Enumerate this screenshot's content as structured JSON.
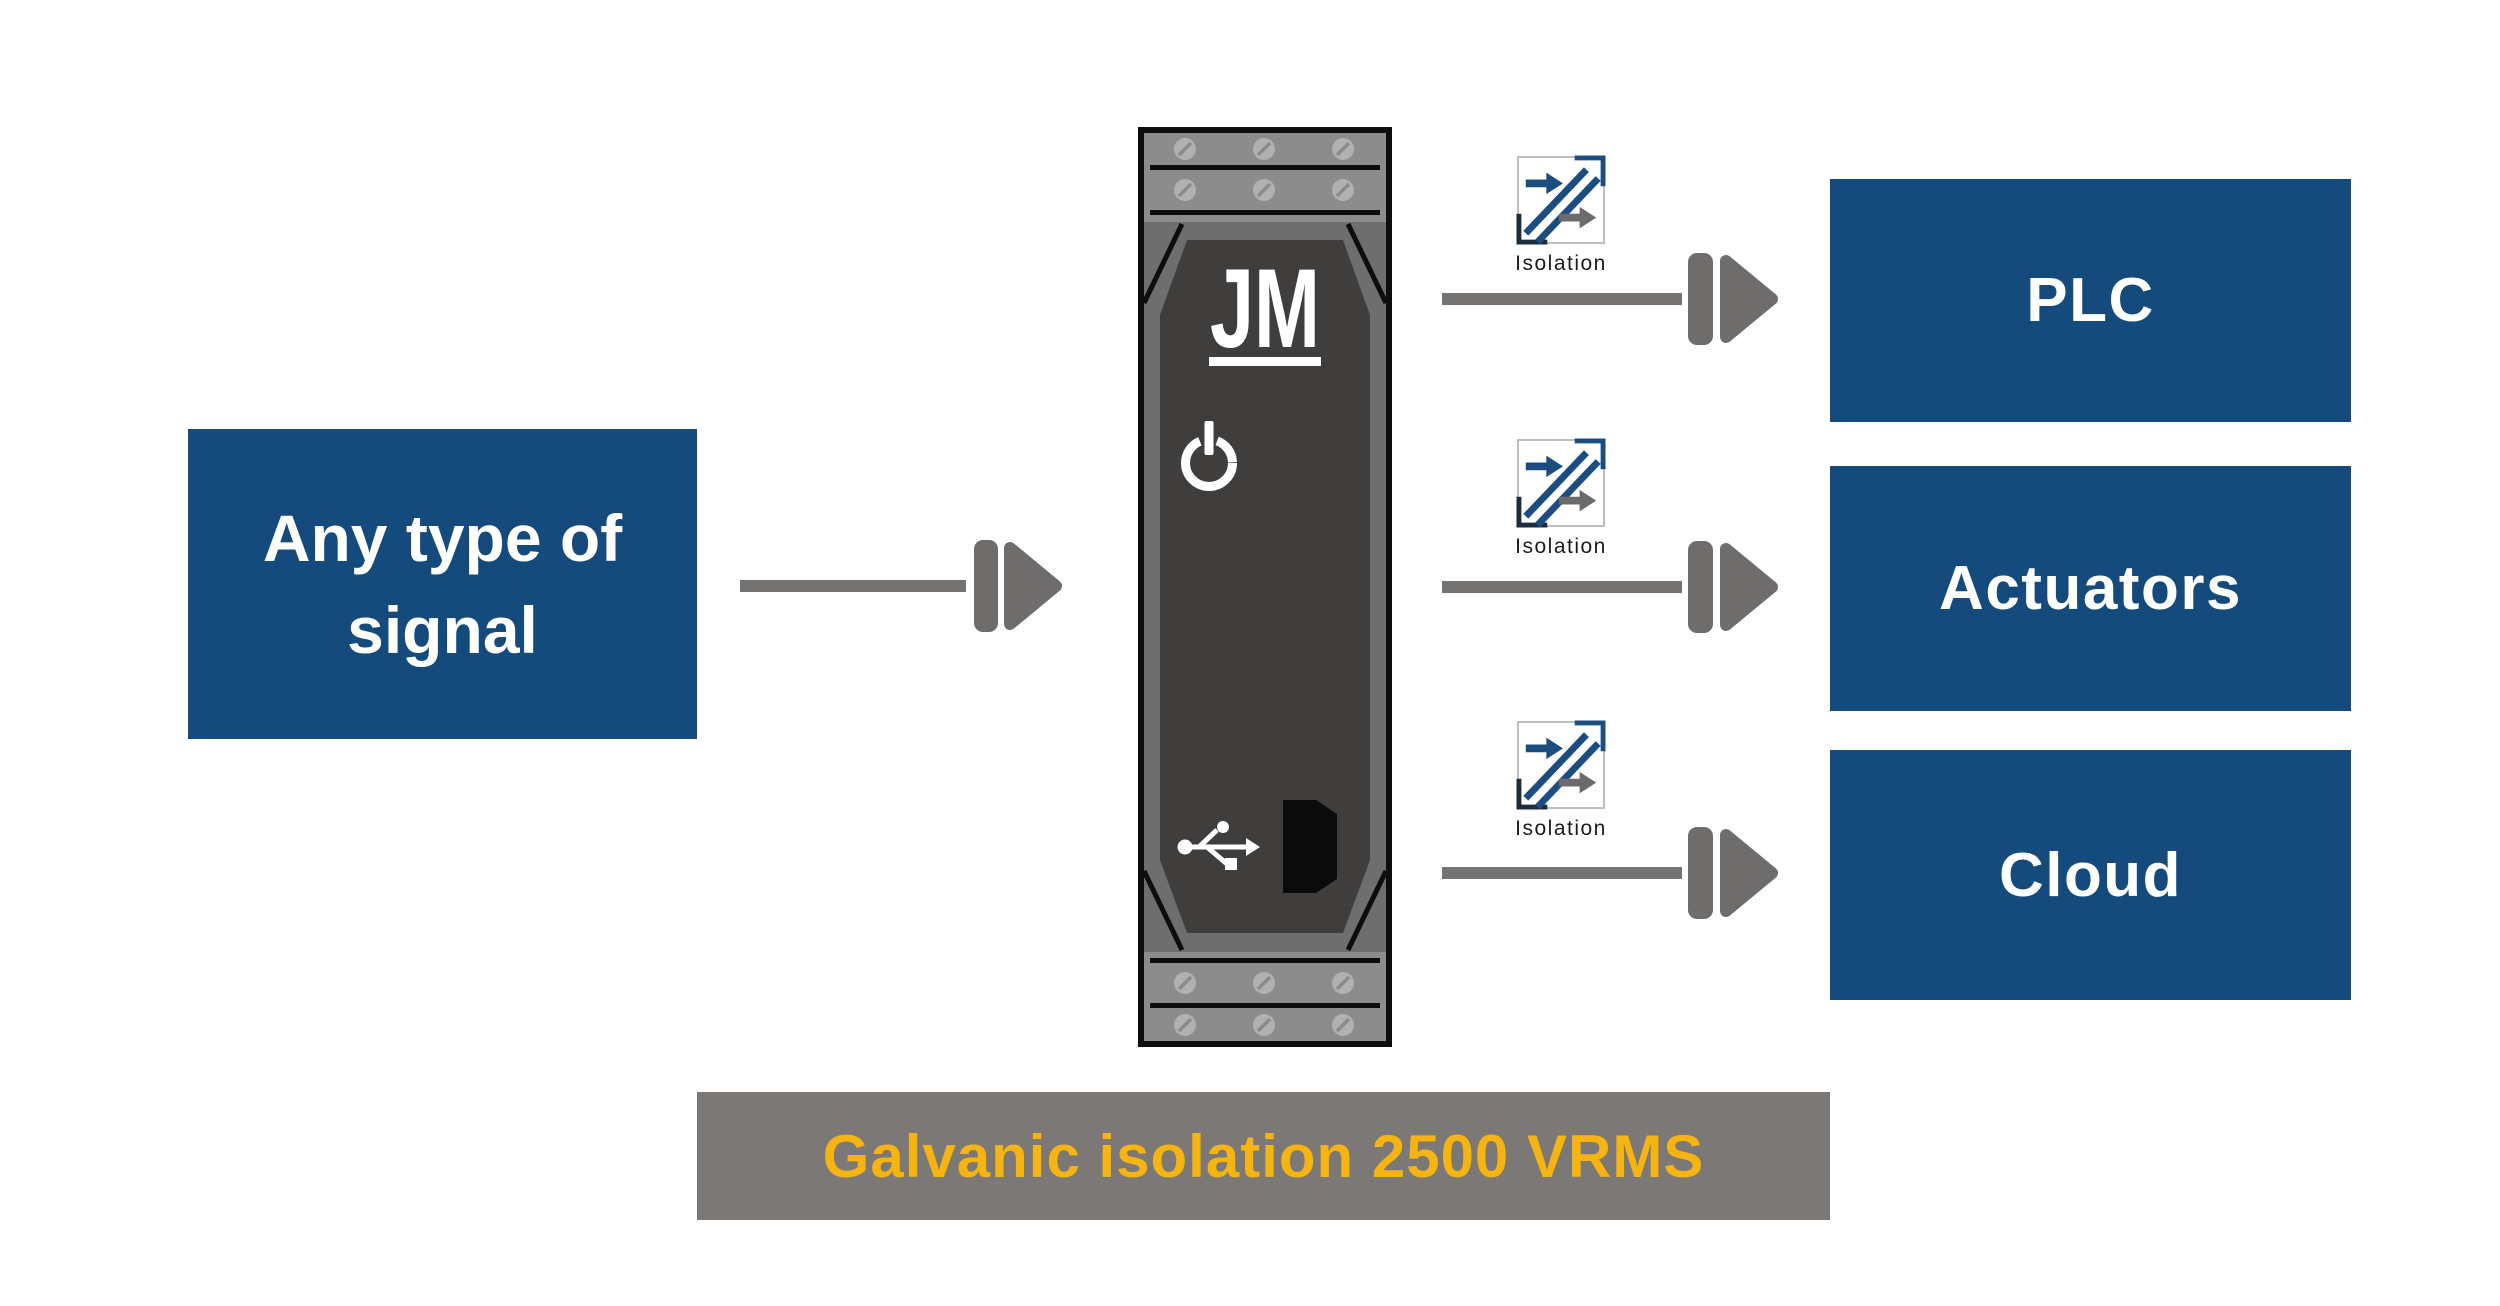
{
  "diagram": {
    "source": {
      "label": "Any type of signal"
    },
    "device": {
      "brand": "JM",
      "power_icon": "power-symbol",
      "usb_icon": "usb-symbol"
    },
    "flows": [
      {
        "icon": "isolation-icon",
        "isolation_label": "Isolation",
        "target": "PLC"
      },
      {
        "icon": "isolation-icon",
        "isolation_label": "Isolation",
        "target": "Actuators"
      },
      {
        "icon": "isolation-icon",
        "isolation_label": "Isolation",
        "target": "Cloud"
      }
    ],
    "banner": "Galvanic isolation 2500 VRMS"
  },
  "colors": {
    "box_navy": "#144a7c",
    "arrow_gray": "#757372",
    "connector_gray": "#6f6d6c",
    "banner_gray": "#7b7875",
    "banner_yellow": "#f5b411",
    "icon_blue": "#1c4d80",
    "device_frame_gray": "#6e6e6e",
    "device_body_dark": "#403e3d",
    "device_plate_gray": "#8c8c8c"
  }
}
